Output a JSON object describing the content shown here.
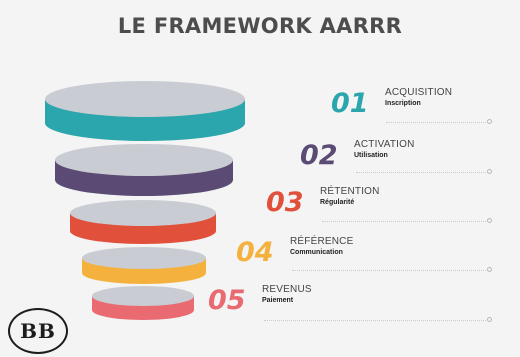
{
  "title": "LE FRAMEWORK AARRR",
  "logo_text": "BB",
  "steps": [
    {
      "number": "01",
      "label": "ACQUISITION",
      "sub": "Inscription",
      "color": "#2aa6ac",
      "side": "#2aa6ac"
    },
    {
      "number": "02",
      "label": "ACTIVATION",
      "sub": "Utilisation",
      "color": "#5b4a74",
      "side": "#5b4a74"
    },
    {
      "number": "03",
      "label": "RÉTENTION",
      "sub": "Régularité",
      "color": "#e0503a",
      "side": "#e0503a"
    },
    {
      "number": "04",
      "label": "RÉFÉRENCE",
      "sub": "Communication",
      "color": "#f4b13e",
      "side": "#f4b13e"
    },
    {
      "number": "05",
      "label": "REVENUS",
      "sub": "Paiement",
      "color": "#ea6a72",
      "side": "#ea6a72"
    }
  ],
  "colors": {
    "top_face": "#c9cdd3",
    "background": "#f3f4f3",
    "title": "#4d4d4d"
  }
}
